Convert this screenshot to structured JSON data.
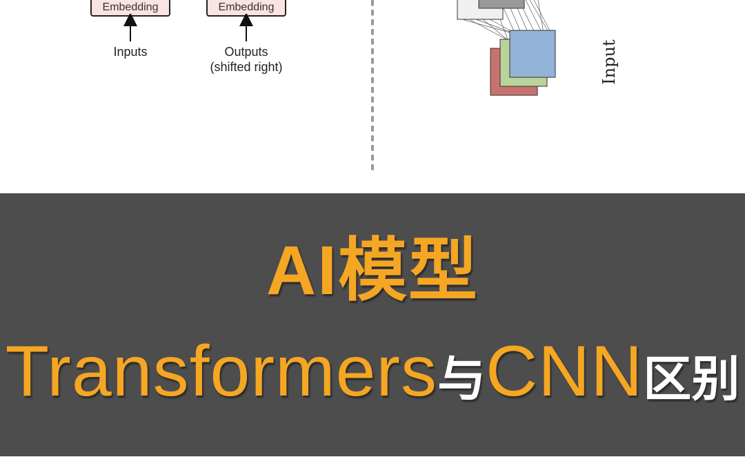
{
  "diagram": {
    "transformer": {
      "left_embedding_label": "Embedding",
      "right_embedding_label": "Embedding",
      "inputs_label": "Inputs",
      "outputs_label_line1": "Outputs",
      "outputs_label_line2": "(shifted right)"
    },
    "cnn": {
      "input_label": "Input",
      "layer_colors": [
        "#c8726f",
        "#b9d39a",
        "#93b3d8"
      ]
    }
  },
  "banner": {
    "title_line1": "AI模型",
    "title_part_transformers": "Transformers",
    "title_part_yu": "与",
    "title_part_cnn": "CNN",
    "title_part_qubie": "区别",
    "accent_color": "#f5a623",
    "background_color": "#4d4d4d"
  }
}
